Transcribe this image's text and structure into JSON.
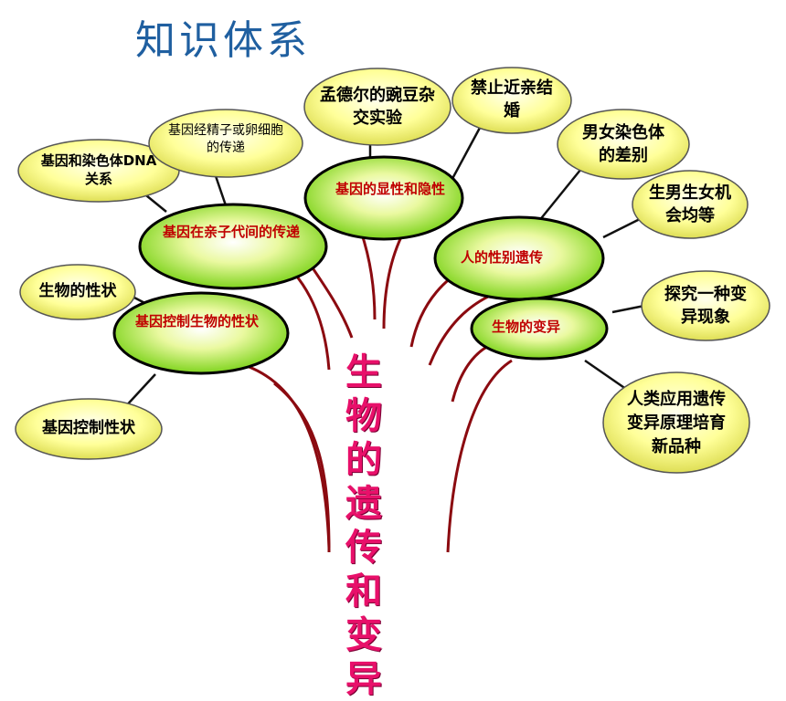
{
  "title": "知识体系",
  "center": "生物的遗传和变异",
  "center_lines": [
    "生物",
    "的遗",
    "传和",
    "变异"
  ],
  "nodes": {
    "gene_transfer": "基因在亲子代间的传递",
    "gene_dominance": "基因的显性和隐性",
    "sex_inheritance": "人的性别遗传",
    "gene_control": "基因控制生物的性状",
    "variation": "生物的变异"
  },
  "leaves": {
    "gene_chromosome": "基因和染色体DNA关系",
    "gamete_transfer": "基因经精子或卵细胞的传递",
    "mendel": "孟德尔的豌豆杂交实验",
    "consanguine": "禁止近亲结婚",
    "sex_chromosome": "男女染色体的差别",
    "equal_chance": "生男生女机会均等",
    "trait": "生物的性状",
    "gene_control_trait": "基因控制性状",
    "explore_variation": "探究一种变异现象",
    "breeding": "人类应用遗传变异原理培育新品种"
  }
}
